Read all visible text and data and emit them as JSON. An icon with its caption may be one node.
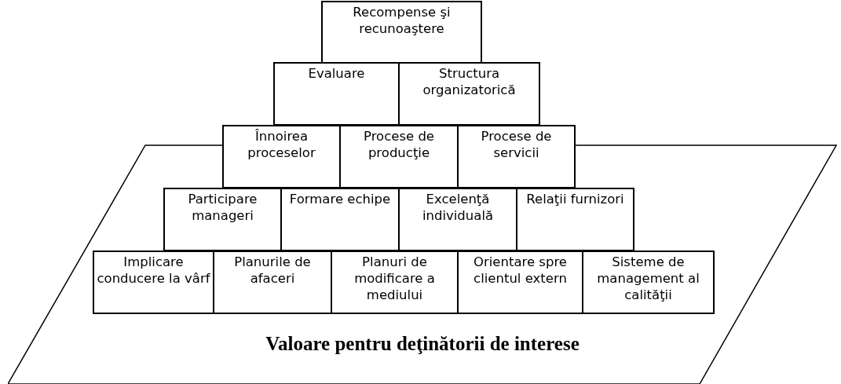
{
  "diagram": {
    "nodes": [
      {
        "text": [
          "Valoare pentru deţinătorii de interese"
        ]
      },
      {
        "text": [
          "Recompense şi recunoaştere"
        ]
      },
      {
        "text": [
          "Evaluare"
        ]
      },
      {
        "text": [
          "Structura organizatorică"
        ]
      },
      {
        "text": [
          "Înnoirea proceselor"
        ]
      },
      {
        "text": [
          "Procese de producţie"
        ]
      },
      {
        "text": [
          "Procese de servicii"
        ]
      },
      {
        "text": [
          "Participare manageri"
        ],
        "in": 0
      },
      {
        "text": [
          "Formare echipe"
        ],
        "in": 0
      },
      {
        "text": [
          "Excelenţă individuală"
        ],
        "in": 0
      },
      {
        "text": [
          "Relaţii furnizori"
        ],
        "in": 0
      },
      {
        "text": [
          "Implicare conducere la vârf"
        ],
        "in": 0
      },
      {
        "text": [
          "Planurile de afaceri"
        ],
        "in": 0
      },
      {
        "text": [
          "Planuri de modificare a mediului"
        ],
        "in": 0
      },
      {
        "text": [
          "Orientare spre clientul extern"
        ],
        "in": 0
      },
      {
        "text": [
          "Sisteme de management al calităţii"
        ],
        "in": 0
      }
    ]
  }
}
